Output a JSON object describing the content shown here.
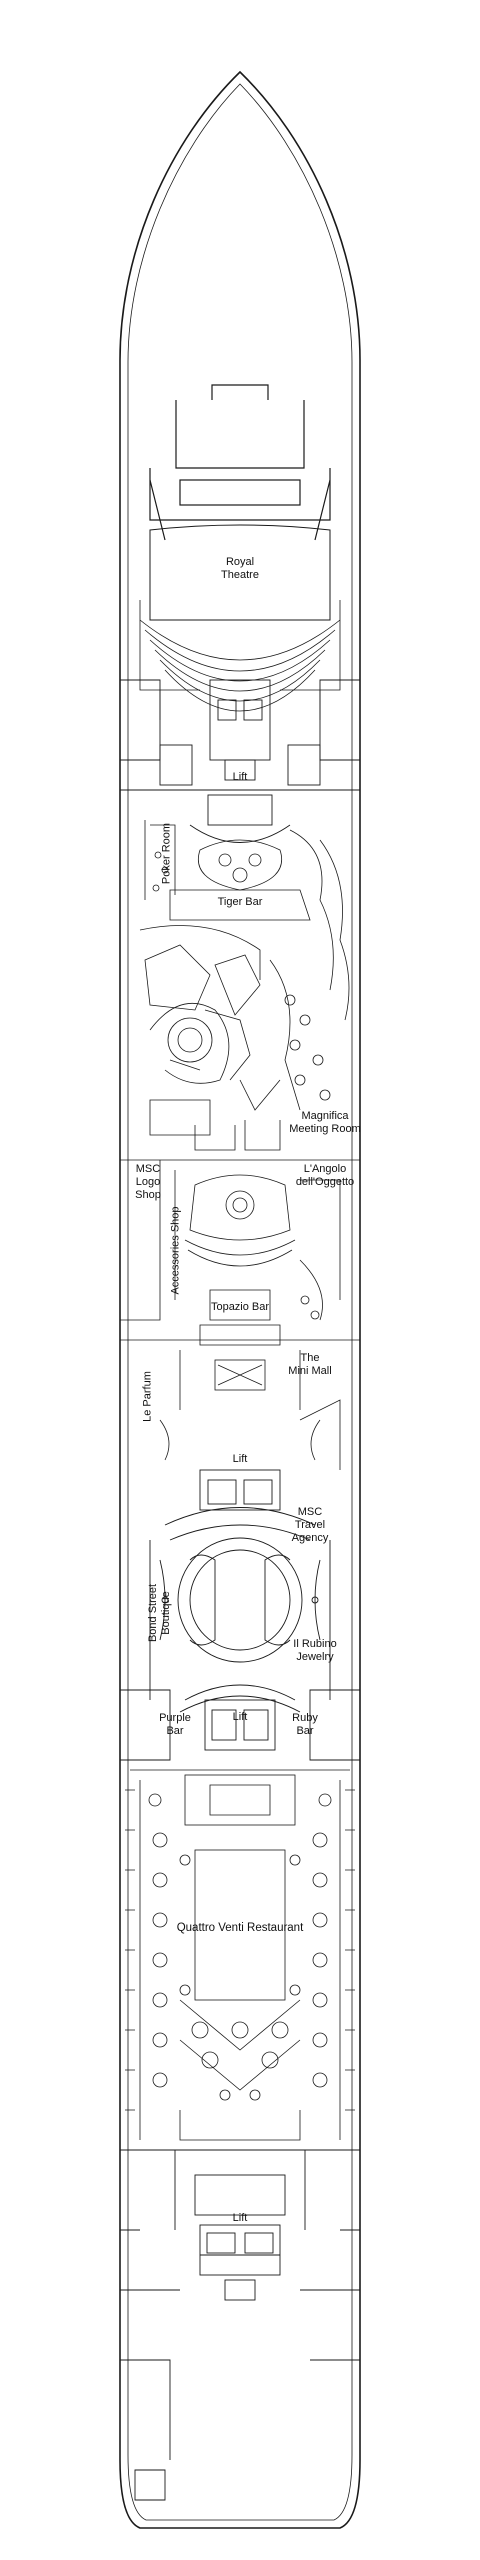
{
  "deck_plan": {
    "stroke_color": "#1a1a1a",
    "background": "#ffffff",
    "rooms": {
      "royal_theatre": "Royal\nTheatre",
      "lift_1": "Lift",
      "poker_room": "Poker Room",
      "tiger_bar": "Tiger Bar",
      "magnifica_meeting_room": "Magnifica\nMeeting Room",
      "msc_logo_shop": "MSC\nLogo\nShop",
      "langolo": "L'Angolo\ndell'Oggetto",
      "accessories_shop": "Accessories Shop",
      "topazio_bar": "Topazio Bar",
      "the_mini_mall": "The\nMini Mall",
      "le_parfum": "Le Parfum",
      "lift_2": "Lift",
      "msc_travel_agency": "MSC\nTravel\nAgency",
      "bond_street_boutique": "Bond Street\nBoutique",
      "il_rubino_jewelry": "Il Rubino\nJewelry",
      "purple_bar": "Purple\nBar",
      "lift_3": "Lift",
      "ruby_bar": "Ruby\nBar",
      "quattro_venti_restaurant": "Quattro Venti Restaurant",
      "lift_4": "Lift"
    }
  }
}
